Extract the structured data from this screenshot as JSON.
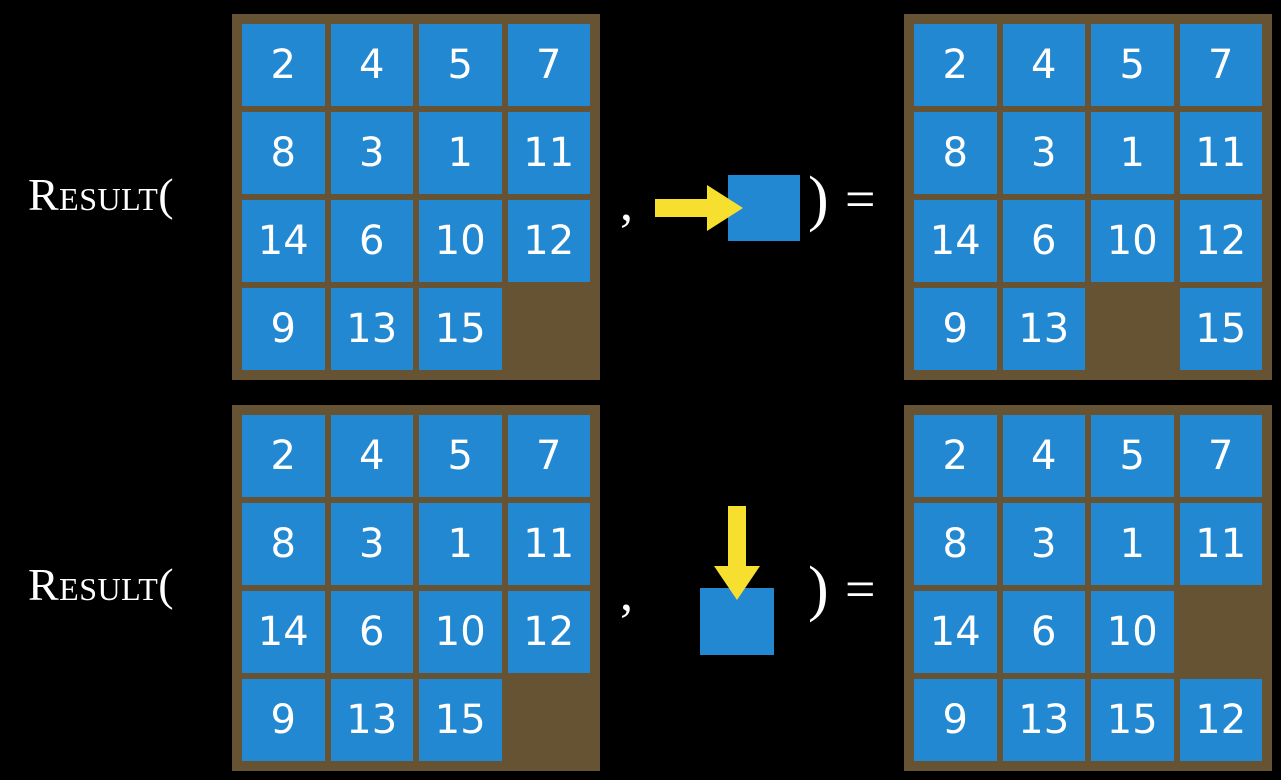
{
  "colors": {
    "background": "#000000",
    "board": "#655333",
    "tile": "#2288d2",
    "tile_text": "#ffffff",
    "arrow": "#f7df30",
    "text": "#ffffff"
  },
  "symbols": {
    "comma": ",",
    "paren_close": ")",
    "equals": "="
  },
  "rows": [
    {
      "label": "Result(",
      "input_grid": {
        "rows": 4,
        "cols": 4,
        "cells": [
          [
            "2",
            "4",
            "5",
            "7"
          ],
          [
            "8",
            "3",
            "1",
            "11"
          ],
          [
            "14",
            "6",
            "10",
            "12"
          ],
          [
            "9",
            "13",
            "15",
            ""
          ]
        ]
      },
      "action": {
        "icon": "arrow-right-icon",
        "direction": "right",
        "tile_label": ""
      },
      "output_grid": {
        "rows": 4,
        "cols": 4,
        "cells": [
          [
            "2",
            "4",
            "5",
            "7"
          ],
          [
            "8",
            "3",
            "1",
            "11"
          ],
          [
            "14",
            "6",
            "10",
            "12"
          ],
          [
            "9",
            "13",
            "",
            "15"
          ]
        ]
      }
    },
    {
      "label": "Result(",
      "input_grid": {
        "rows": 4,
        "cols": 4,
        "cells": [
          [
            "2",
            "4",
            "5",
            "7"
          ],
          [
            "8",
            "3",
            "1",
            "11"
          ],
          [
            "14",
            "6",
            "10",
            "12"
          ],
          [
            "9",
            "13",
            "15",
            ""
          ]
        ]
      },
      "action": {
        "icon": "arrow-down-icon",
        "direction": "down",
        "tile_label": ""
      },
      "output_grid": {
        "rows": 4,
        "cols": 4,
        "cells": [
          [
            "2",
            "4",
            "5",
            "7"
          ],
          [
            "8",
            "3",
            "1",
            "11"
          ],
          [
            "14",
            "6",
            "10",
            ""
          ],
          [
            "9",
            "13",
            "15",
            "12"
          ]
        ]
      }
    }
  ]
}
